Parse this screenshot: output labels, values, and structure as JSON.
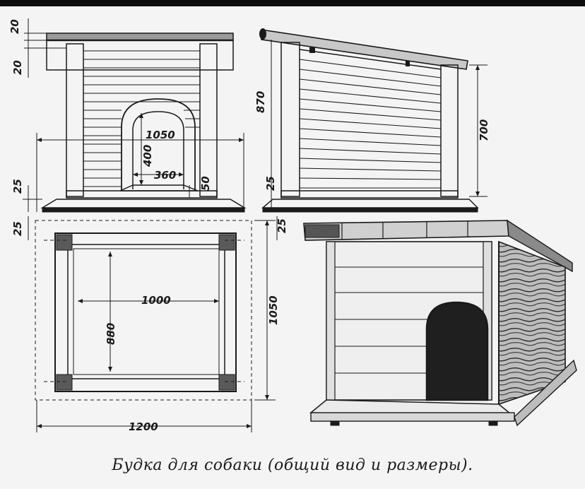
{
  "caption": "Будка для собаки (общий вид и размеры).",
  "dimensions": {
    "roof_thickness": "20",
    "roof_overhang": "20",
    "arch_height": "1050",
    "opening_height": "400",
    "opening_width": "360",
    "sill_height": "50",
    "base_left": "25",
    "side_height": "870",
    "rear_height": "700",
    "base_right": "25",
    "plan_left": "25",
    "plan_right": "25",
    "inner_width": "1000",
    "inner_depth": "880",
    "plan_depth": "1050",
    "total_width": "1200"
  },
  "colors": {
    "ink": "#1a1a1a",
    "paper": "#f4f4f4"
  }
}
